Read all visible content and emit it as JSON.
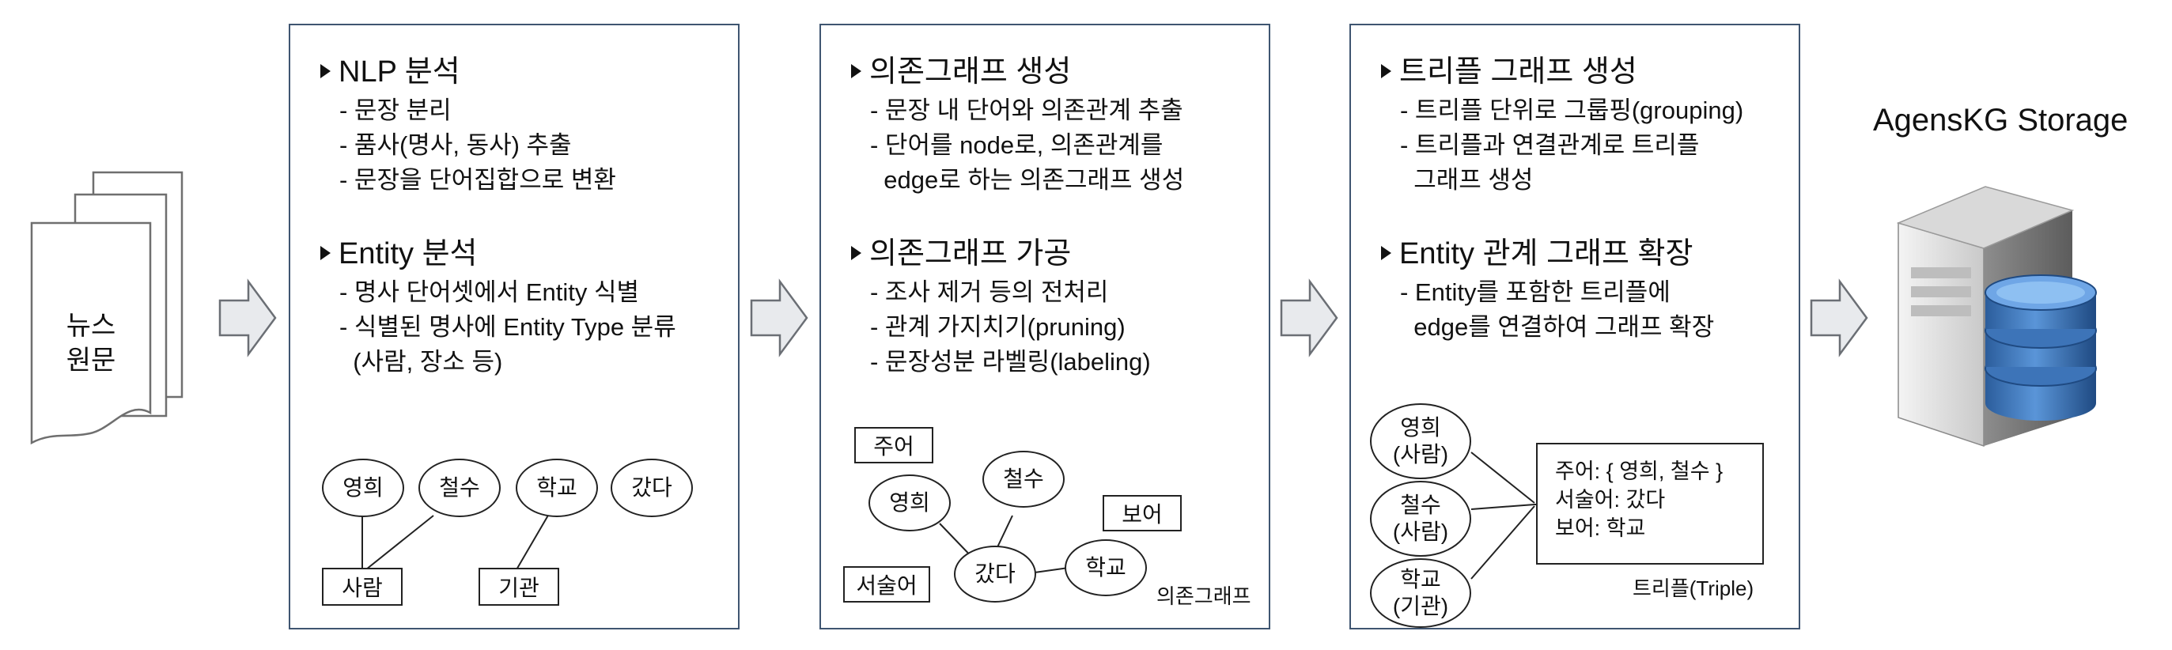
{
  "source_doc": {
    "line1": "뉴스",
    "line2": "원문"
  },
  "panel1": {
    "section1": {
      "title": "NLP 분석",
      "items": [
        "- 문장 분리",
        "- 품사(명사, 동사) 추출",
        "- 문장을 단어집합으로 변환"
      ]
    },
    "section2": {
      "title": "Entity 분석",
      "items": [
        "- 명사 단어셋에서 Entity 식별",
        "- 식별된 명사에 Entity Type 분류",
        "  (사람, 장소 등)"
      ]
    },
    "nodes": [
      "영희",
      "철수",
      "학교",
      "갔다"
    ],
    "types": [
      "사람",
      "기관"
    ]
  },
  "panel2": {
    "section1": {
      "title": "의존그래프 생성",
      "items": [
        "- 문장 내 단어와 의존관계 추출",
        "- 단어를 node로, 의존관계를",
        "  edge로 하는 의존그래프 생성"
      ]
    },
    "section2": {
      "title": "의존그래프 가공",
      "items": [
        "- 조사 제거 등의 전처리",
        "- 관계 가지치기(pruning)",
        "- 문장성분 라벨링(labeling)"
      ]
    },
    "roles": {
      "subject": "주어",
      "predicate": "서술어",
      "complement": "보어"
    },
    "nodes": {
      "younghee": "영희",
      "cheolsu": "철수",
      "went": "갔다",
      "school": "학교"
    },
    "caption": "의존그래프"
  },
  "panel3": {
    "section1": {
      "title": "트리플 그래프 생성",
      "items": [
        "- 트리플 단위로 그룹핑(grouping)",
        "- 트리플과 연결관계로 트리플",
        "  그래프 생성"
      ]
    },
    "section2": {
      "title": "Entity 관계 그래프 확장",
      "items": [
        "- Entity를 포함한 트리플에",
        "  edge를 연결하여 그래프 확장"
      ]
    },
    "nodes": [
      {
        "name": "영희",
        "type": "(사람)"
      },
      {
        "name": "철수",
        "type": "(사람)"
      },
      {
        "name": "학교",
        "type": "(기관)"
      }
    ],
    "triple_box": {
      "line1": "주어: { 영희, 철수 }",
      "line2": "서술어: 갔다",
      "line3": "보어: 학교"
    },
    "caption": "트리플(Triple)"
  },
  "storage": {
    "title": "AgensKG Storage"
  },
  "colors": {
    "panel_border": "#3f5571",
    "arrow_fill": "#e8eaed",
    "arrow_stroke": "#6b6f75",
    "db_blue": "#3d74b8"
  }
}
